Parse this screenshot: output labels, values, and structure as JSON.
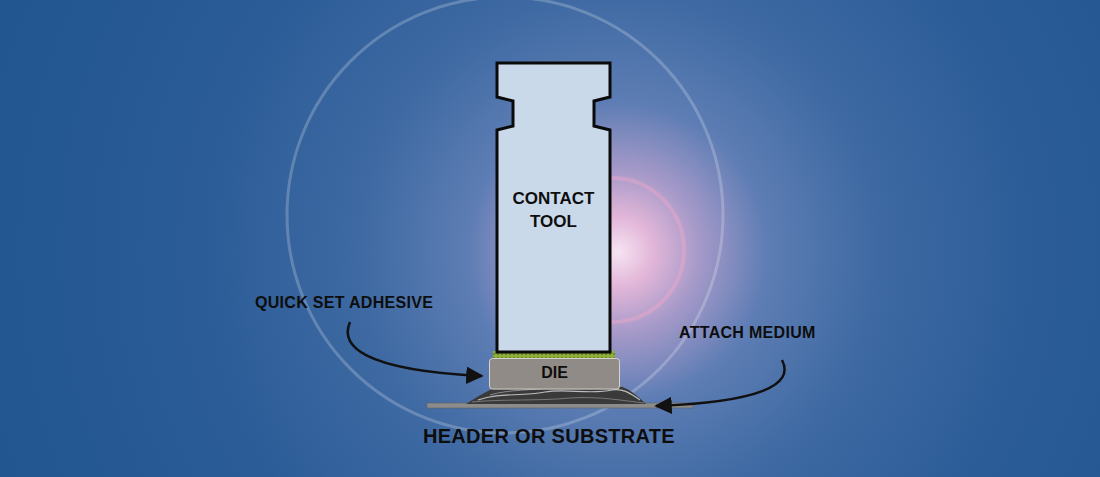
{
  "diagram": {
    "nodes": [
      {
        "text": [
          "CONTACT TOOL"
        ]
      },
      {
        "text": [
          "DIE"
        ]
      }
    ],
    "labels": [
      "QUICK SET ADHESIVE",
      "ATTACH MEDIUM",
      "HEADER OR SUBSTRATE"
    ]
  }
}
